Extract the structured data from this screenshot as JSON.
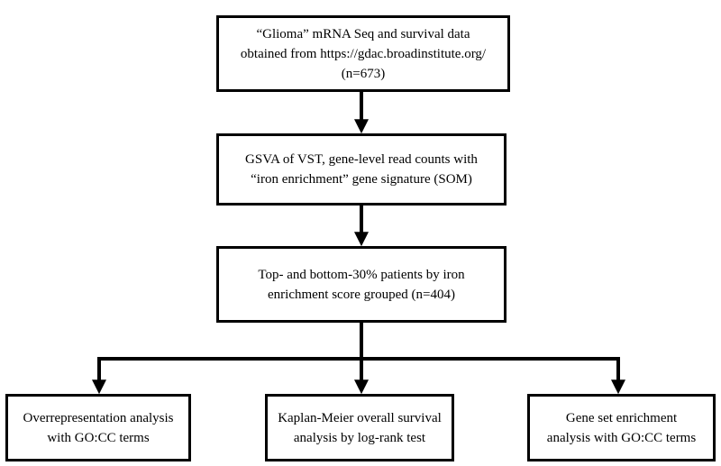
{
  "boxes": {
    "source": {
      "lines": [
        "“Glioma” mRNA Seq and survival data",
        "obtained from https://gdac.broadinstitute.org/",
        "(n=673)"
      ]
    },
    "gsva": {
      "lines": [
        "GSVA of VST, gene-level read counts with",
        "“iron enrichment” gene signature (SOM)"
      ]
    },
    "grouping": {
      "lines": [
        "Top- and bottom-30% patients by iron",
        "enrichment score grouped (n=404)"
      ]
    },
    "overrepresentation": {
      "lines": [
        "Overrepresentation analysis",
        "with GO:CC terms"
      ]
    },
    "survival": {
      "lines": [
        "Kaplan-Meier overall survival",
        "analysis by log-rank test"
      ]
    },
    "gsea": {
      "lines": [
        "Gene set enrichment",
        "analysis with GO:CC terms"
      ]
    }
  },
  "colors": {
    "stroke": "#000000",
    "background": "#ffffff"
  }
}
